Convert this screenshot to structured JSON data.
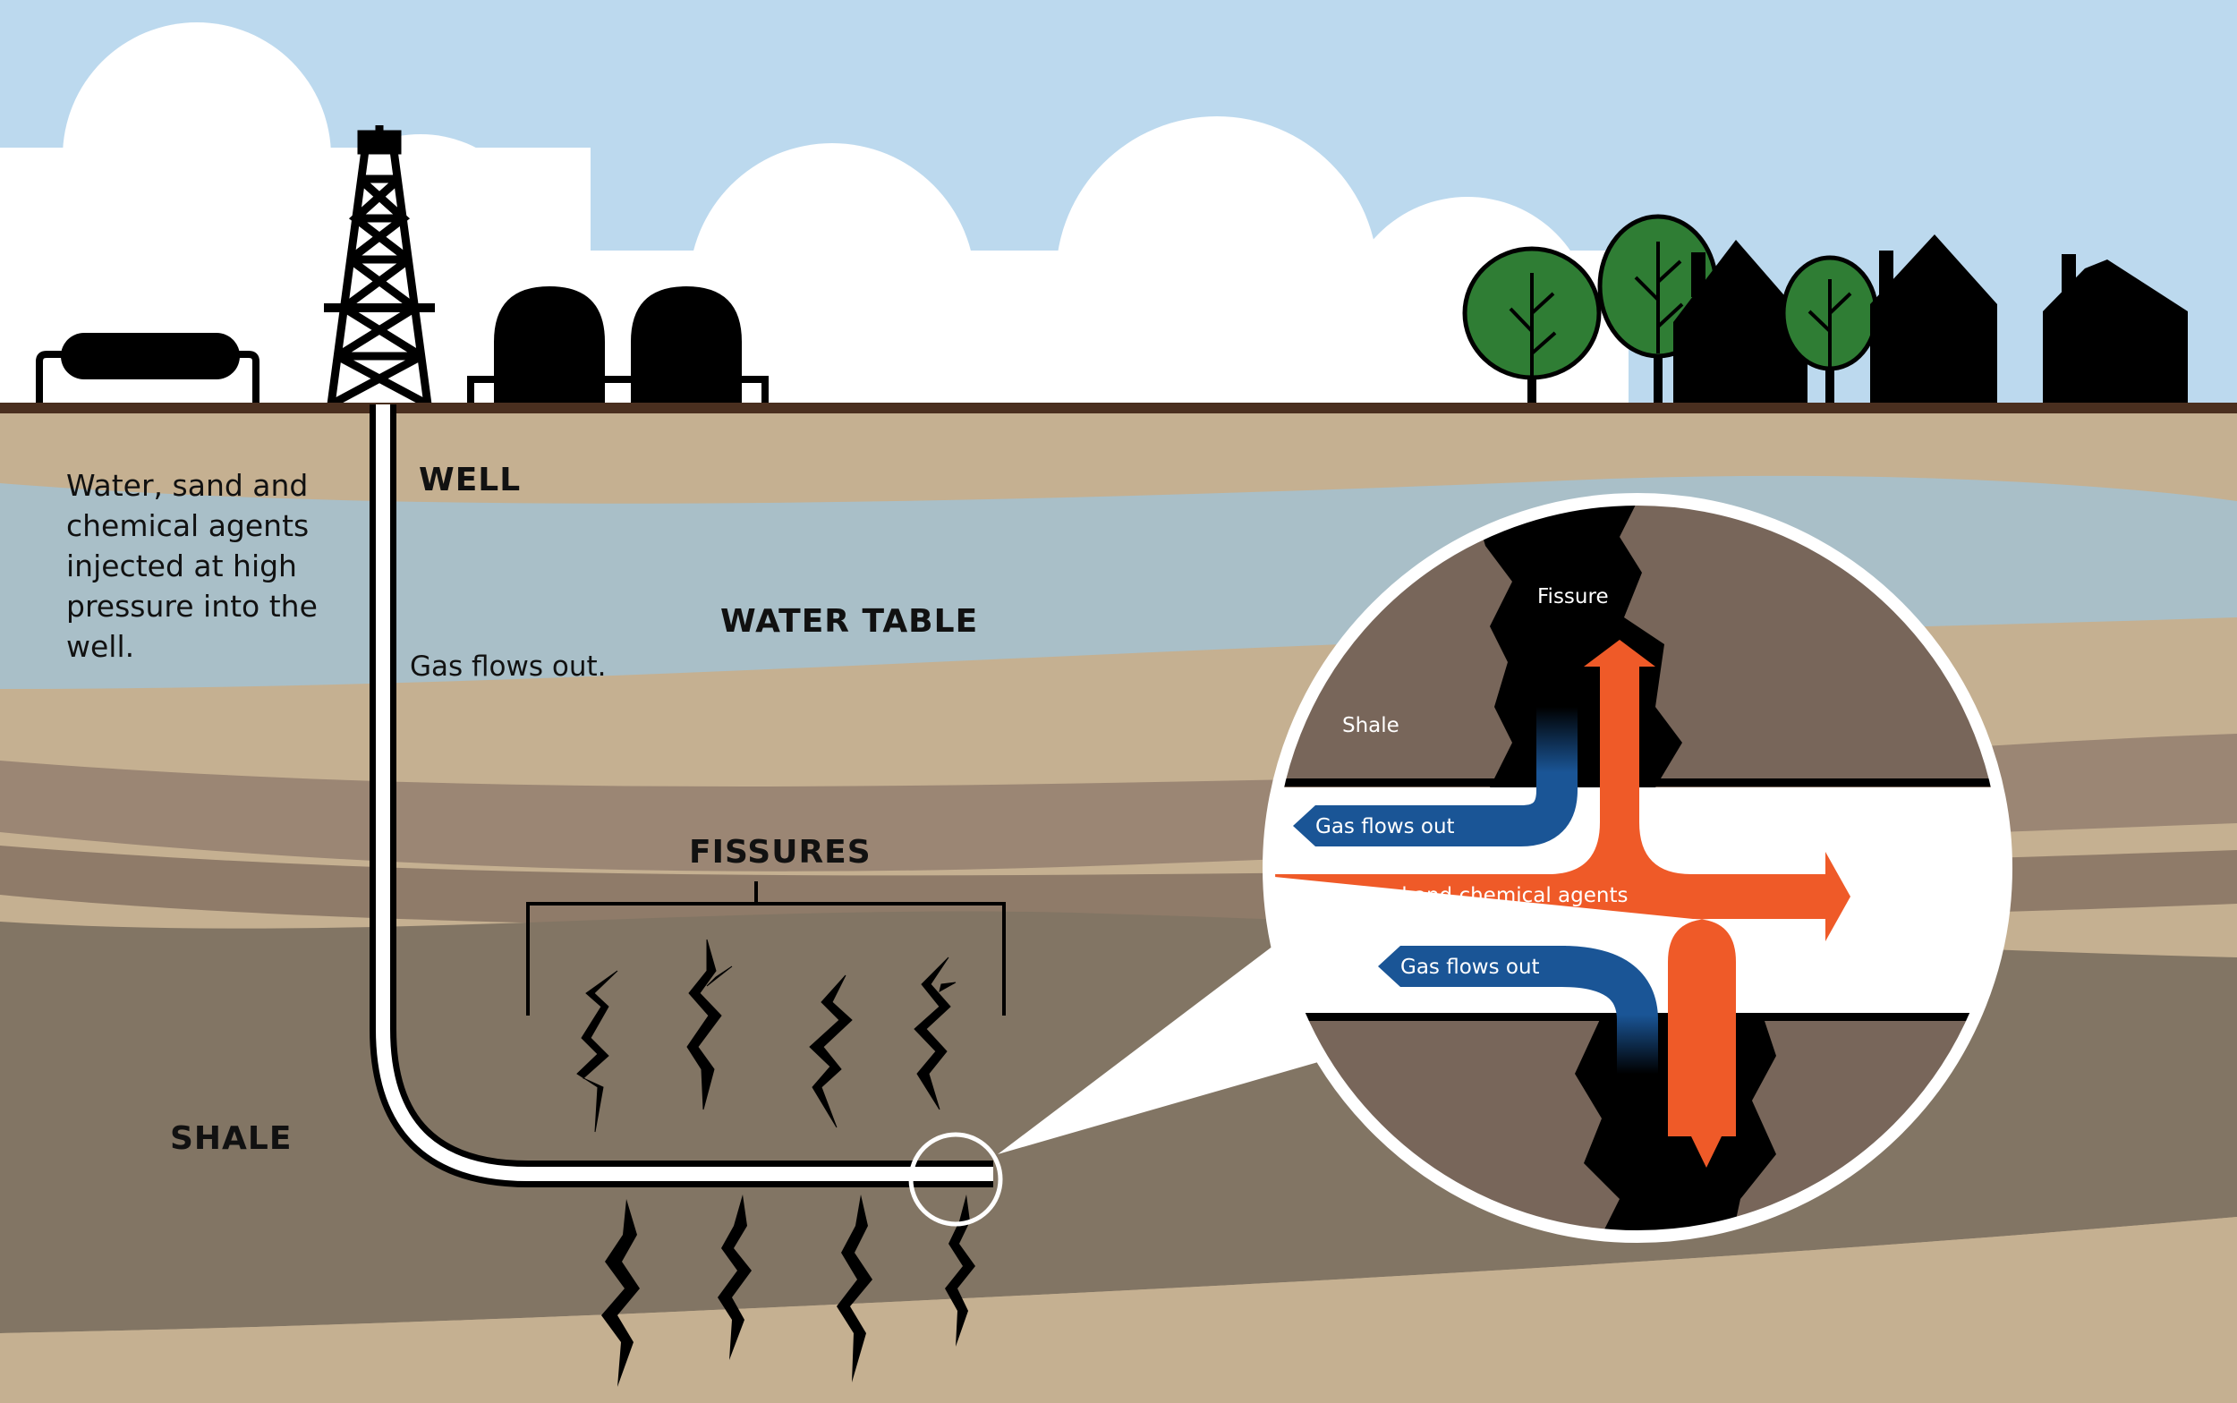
{
  "labels": {
    "injection_note": "Water, sand and chemical agents injected at high pressure into the well.",
    "well": "WELL",
    "water_table": "WATER TABLE",
    "gas_flows_out": "Gas flows out.",
    "fissures": "FISSURES",
    "shale": "SHALE"
  },
  "zoom": {
    "fissure": "Fissure",
    "shale": "Shale",
    "gas_flows_out_upper": "Gas flows out",
    "water_agents": "Water sand and chemical agents",
    "gas_flows_out_lower": "Gas flows out"
  },
  "colors": {
    "sky": "#bcd9ee",
    "cloud": "#ffffff",
    "ground_surface": "#4a2f1f",
    "soil_light": "#c5b091",
    "water_table": "#a9bfc8",
    "soil_mid": "#9b8674",
    "shale": "#827564",
    "silhouette": "#000000",
    "tree": "#2f7d34",
    "gas_arrow": "#1a5596",
    "water_arrow": "#ef5a28",
    "zoom_shale": "#78665a"
  },
  "icons": [
    "drilling-rig-icon",
    "storage-tank-icon",
    "tree-icon",
    "house-icon",
    "fissure-crack-icon"
  ]
}
